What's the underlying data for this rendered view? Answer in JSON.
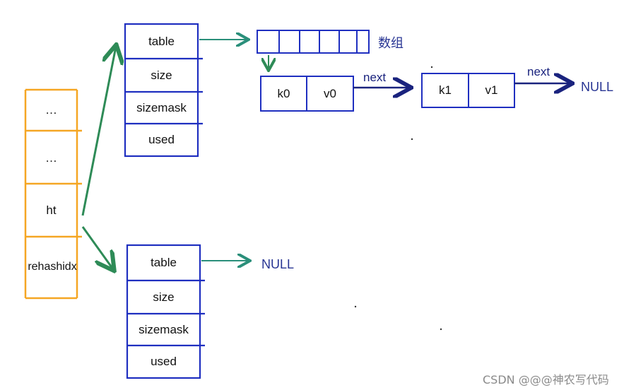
{
  "dict": {
    "cells": [
      "…",
      "…",
      "ht",
      "rehashidx"
    ]
  },
  "ht0": {
    "fields": [
      "table",
      "size",
      "sizemask",
      "used"
    ]
  },
  "ht1": {
    "fields": [
      "table",
      "size",
      "sizemask",
      "used"
    ]
  },
  "array_label": "数组",
  "entry0": {
    "key": "k0",
    "value": "v0"
  },
  "entry1": {
    "key": "k1",
    "value": "v1"
  },
  "next_label": "next",
  "null_label": "NULL",
  "watermark": "CSDN @@@神农写代码",
  "colors": {
    "dict_border": "#f5a623",
    "struct_border": "#1f2fc0",
    "pointer_green": "#2e8b57",
    "pointer_navy": "#1a237e",
    "label_blue": "#283593"
  }
}
